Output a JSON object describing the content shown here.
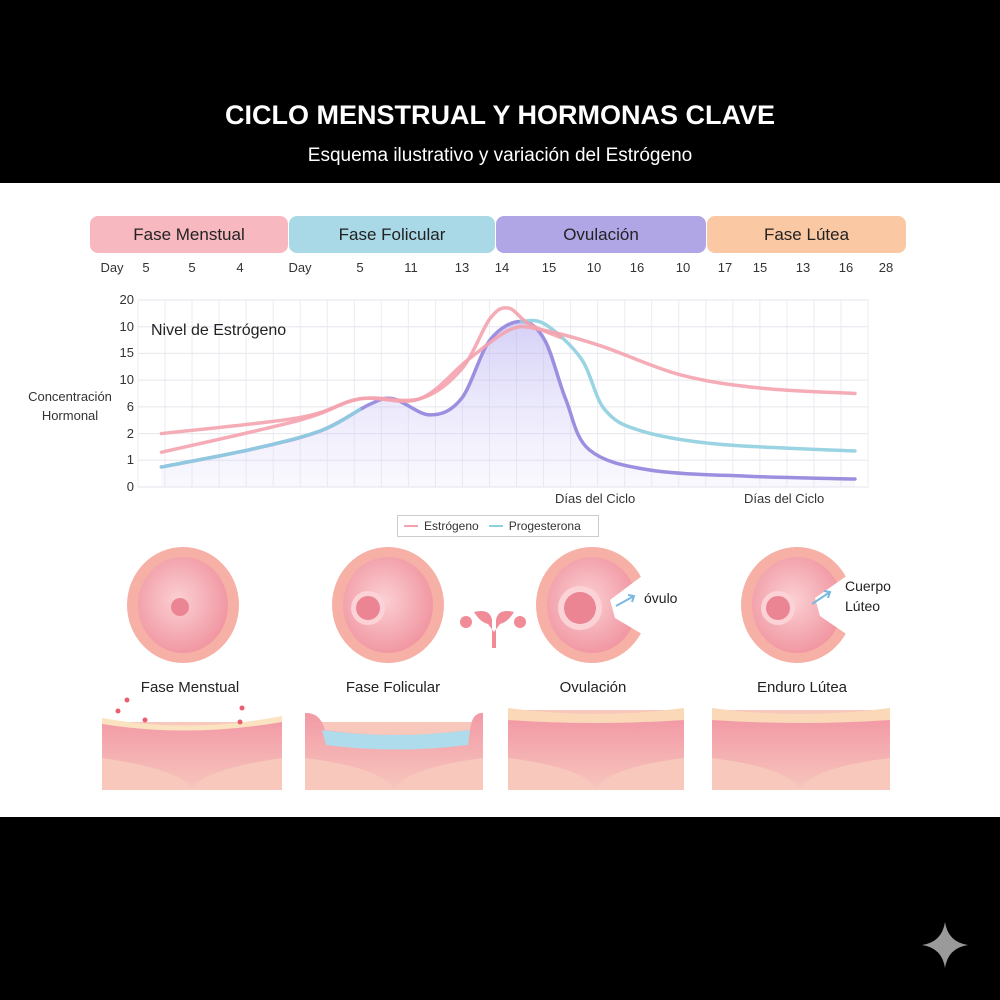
{
  "header": {
    "title": "CICLO MENSTRUAL Y HORMONAS CLAVE",
    "subtitle": "Esquema ilustrativo y variación del Estrógeno"
  },
  "phases": [
    {
      "label": "Fase Menstual",
      "color": "#f7b8c0"
    },
    {
      "label": "Fase Folicular",
      "color": "#a9d8e6"
    },
    {
      "label": "Ovulación",
      "color": "#b0a6e6"
    },
    {
      "label": "Fase Lútea",
      "color": "#fbc8a4"
    }
  ],
  "day_labels": [
    "Day",
    "5",
    "5",
    "4",
    "Day",
    "5",
    "11",
    "13",
    "14",
    "15",
    "10",
    "16",
    "10",
    "17",
    "15",
    "13",
    "16",
    "28"
  ],
  "chart_data": {
    "type": "line",
    "title": "Nivel de Estrógeno",
    "ylabel": "Concentración Hormonal",
    "xlabels": [
      "Días del Ciclo",
      "Días del Ciclo"
    ],
    "ytick_labels": [
      "0",
      "1",
      "2",
      "6",
      "10",
      "15",
      "10",
      "20"
    ],
    "xlim": [
      0,
      28
    ],
    "ylim_tick_index": [
      0,
      7
    ],
    "grid": true,
    "legend": {
      "position": "bottom-center",
      "entries": [
        "Estrógeno",
        "Progesterona"
      ]
    },
    "series": [
      {
        "name": "Estrógeno",
        "color": "#f4a3ae",
        "points": [
          [
            0.9,
            2.0
          ],
          [
            6.2,
            2.6
          ],
          [
            8.5,
            3.3
          ],
          [
            10.8,
            3.3
          ],
          [
            12.7,
            4.8
          ],
          [
            14.3,
            5.9
          ],
          [
            15.4,
            5.9
          ],
          [
            17.7,
            5.3
          ],
          [
            20.8,
            4.2
          ],
          [
            23.9,
            3.7
          ],
          [
            27.5,
            3.5
          ]
        ]
      },
      {
        "name": "Estrógeno (pico)",
        "color": "#f4a3ae",
        "points": [
          [
            0.9,
            1.3
          ],
          [
            6.2,
            2.5
          ],
          [
            8.5,
            3.3
          ],
          [
            10.8,
            3.3
          ],
          [
            12.4,
            4.4
          ],
          [
            13.5,
            6.3
          ],
          [
            14.2,
            6.7
          ],
          [
            15.0,
            6.1
          ],
          [
            16.2,
            5.6
          ]
        ]
      },
      {
        "name": "Progesterona",
        "color": "#8fcfdf",
        "points": [
          [
            0.9,
            0.75
          ],
          [
            4.3,
            1.4
          ],
          [
            7.0,
            2.1
          ],
          [
            8.5,
            2.9
          ]
        ]
      },
      {
        "name": "Progesterona (lútea)",
        "color": "#8fcfdf",
        "points": [
          [
            14.7,
            6.2
          ],
          [
            15.6,
            6.1
          ],
          [
            17.0,
            4.8
          ],
          [
            17.9,
            2.9
          ],
          [
            19.3,
            2.1
          ],
          [
            22.3,
            1.6
          ],
          [
            27.5,
            1.35
          ]
        ]
      },
      {
        "name": "Área sombreada",
        "color": "#9b8fe0",
        "points": [
          [
            0.9,
            0.75
          ],
          [
            4.3,
            1.4
          ],
          [
            7.0,
            2.1
          ],
          [
            8.9,
            3.1
          ],
          [
            9.8,
            3.3
          ],
          [
            11.2,
            2.7
          ],
          [
            12.4,
            3.3
          ],
          [
            13.5,
            5.5
          ],
          [
            14.7,
            6.2
          ],
          [
            15.6,
            5.5
          ],
          [
            16.4,
            3.3
          ],
          [
            17.3,
            1.4
          ],
          [
            19.6,
            0.64
          ],
          [
            23.5,
            0.4
          ],
          [
            27.5,
            0.3
          ]
        ]
      }
    ]
  },
  "illustrations": {
    "captions": [
      "Fase Menstual",
      "Fase Folicular",
      "Ovulación",
      "Enduro Lútea"
    ],
    "ovum_label": "óvulo",
    "corpus_label_1": "Cuerpo",
    "corpus_label_2": "Lúteo"
  }
}
